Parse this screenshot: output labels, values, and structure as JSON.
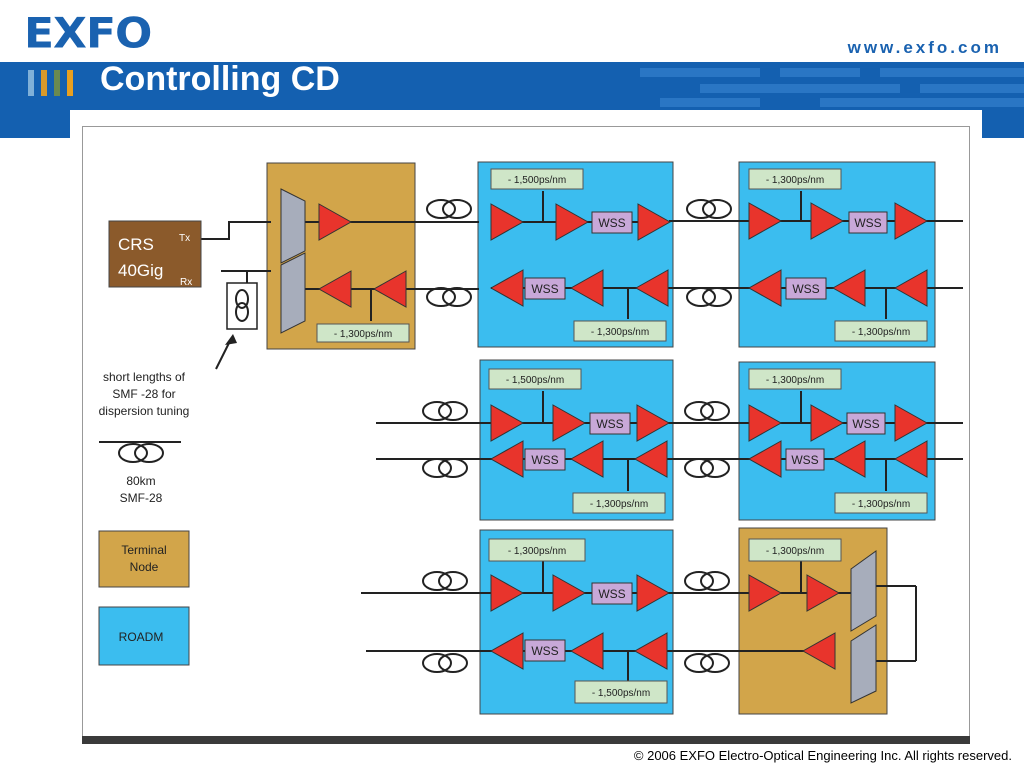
{
  "header": {
    "logo": "EXFO",
    "url": "www.exfo.com",
    "title": "Controlling CD",
    "tick_colors": [
      "#7fb0d8",
      "#d89a2a",
      "#6a8a50",
      "#e8a020"
    ]
  },
  "footer": {
    "copyright": "© 2006 EXFO Electro-Optical Engineering Inc. All rights reserved."
  },
  "diagram": {
    "crs": {
      "line1": "CRS",
      "line2": "40Gig",
      "tx": "Tx",
      "rx": "Rx"
    },
    "wss_label": "WSS",
    "dcm_labels": {
      "terminal_left": "- 1,300ps/nm",
      "r1a_top": "- 1,500ps/nm",
      "r1a_bottom": "- 1,300ps/nm",
      "r1b_top": "- 1,300ps/nm",
      "r1b_bottom": "- 1,300ps/nm",
      "r2a_top": "- 1,500ps/nm",
      "r2a_bottom": "- 1,300ps/nm",
      "r2b_top": "- 1,300ps/nm",
      "r2b_bottom": "- 1,300ps/nm",
      "r3a_top": "- 1,300ps/nm",
      "r3a_bottom": "- 1,500ps/nm",
      "terminal_right": "- 1,300ps/nm"
    },
    "annotation": [
      "short lengths of",
      "SMF -28 for",
      "dispersion tuning"
    ],
    "legend": {
      "fiber_line1": "80km",
      "fiber_line2": "SMF-28",
      "terminal_line1": "Terminal",
      "terminal_line2": "Node",
      "roadm": "ROADM"
    },
    "colors": {
      "terminal": "#d2a54a",
      "roadm": "#3bbdef",
      "amp": "#e8342c",
      "wss": "#c8a8d8",
      "mux": "#a7adbb",
      "crs": "#8b5a2b"
    }
  }
}
